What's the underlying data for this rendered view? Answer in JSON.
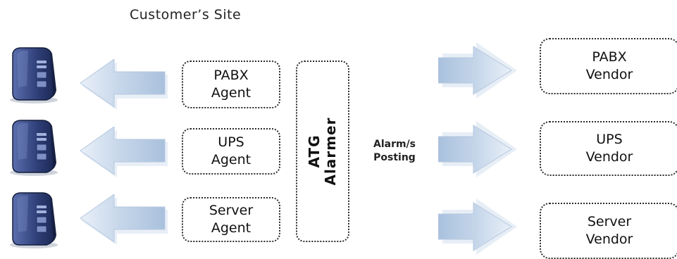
{
  "title": "Customer’s Site",
  "agents": [
    {
      "line1": "PABX",
      "line2": "Agent"
    },
    {
      "line1": "UPS",
      "line2": "Agent"
    },
    {
      "line1": "Server",
      "line2": "Agent"
    }
  ],
  "alarmer": {
    "line1": "ATG",
    "line2": "Alarmer"
  },
  "posting": {
    "line1": "Alarm/s",
    "line2": "Posting"
  },
  "vendors": [
    {
      "line1": "PABX",
      "line2": "Vendor"
    },
    {
      "line1": "UPS",
      "line2": "Vendor"
    },
    {
      "line1": "Server",
      "line2": "Vendor"
    }
  ],
  "icons": {
    "server": "server-tower-icon",
    "left_arrow": "left-arrow-icon",
    "right_arrow": "right-arrow-icon"
  },
  "colors": {
    "server_body": "#3c4f8a",
    "arrow_fill": "#c5d6ea",
    "border": "#2a2a2a"
  }
}
